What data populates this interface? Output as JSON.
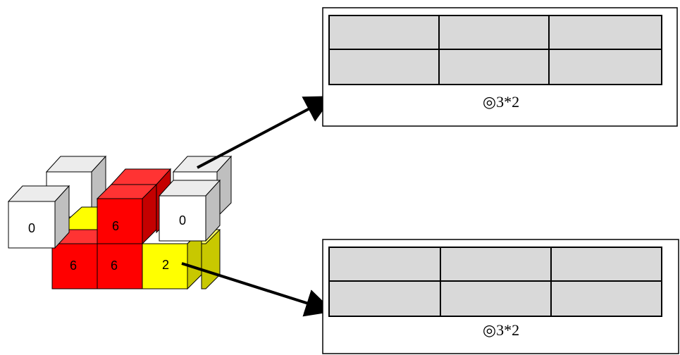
{
  "cube_labels": {
    "back_left_white": "0",
    "front_white_right": "0",
    "red_upper": "6",
    "red_lower_left": "6",
    "red_lower_right": "6",
    "yellow_front": "2"
  },
  "top_panel": {
    "rows": 2,
    "cols": 3,
    "caption": "◎3*2"
  },
  "bottom_panel": {
    "rows": 2,
    "cols": 3,
    "caption": "◎3*2"
  },
  "colors": {
    "red": "#ff0000",
    "red_side": "#c40000",
    "red_top": "#ff3333",
    "yellow": "#ffff00",
    "yellow_side": "#c8c800",
    "yellow_top": "#ffff66",
    "white": "#ffffff",
    "gray_side": "#bfbfbf",
    "gray_top": "#ececec",
    "cell_fill": "#d9d9d9"
  }
}
